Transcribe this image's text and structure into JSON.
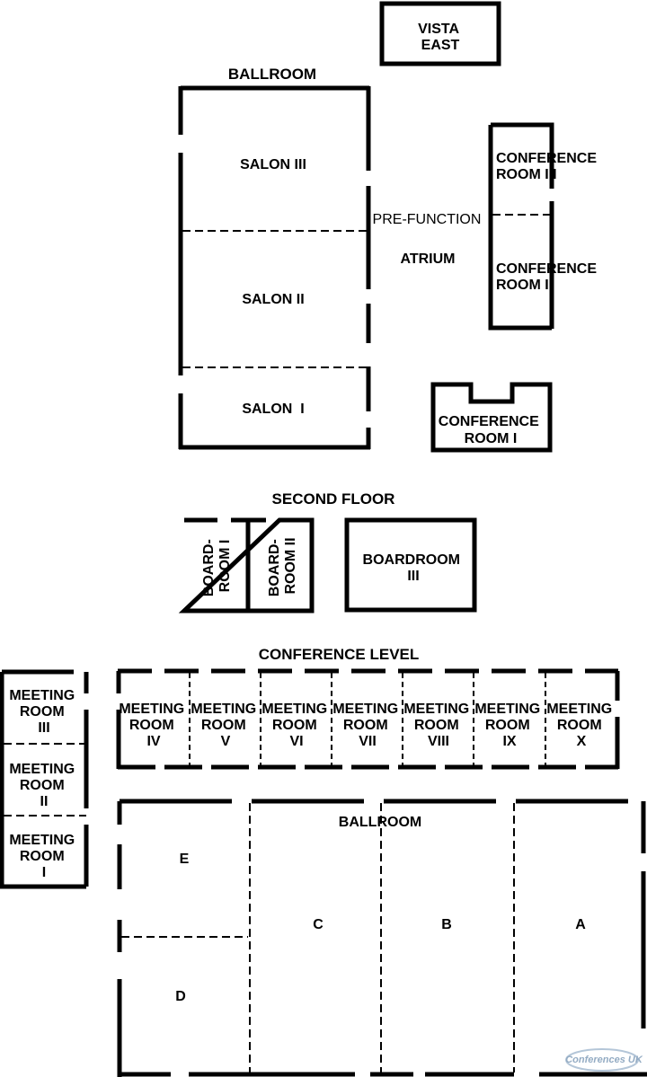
{
  "upper_level": {
    "vista_east": [
      "VISTA",
      "EAST"
    ],
    "ballroom_title": "BALLROOM",
    "salon_3": "SALON III",
    "salon_2": "SALON II",
    "salon_1": "SALON  I",
    "prefunction": "PRE-FUNCTION",
    "atrium": "ATRIUM",
    "conf_room_3": [
      "CONFERENCE",
      "ROOM III"
    ],
    "conf_room_2": [
      "CONFERENCE",
      "ROOM II"
    ],
    "conf_room_1": [
      "CONFERENCE",
      "ROOM I"
    ]
  },
  "second_floor": {
    "title": "SECOND FLOOR",
    "boardroom_1": [
      "BOARD-",
      "ROOM I"
    ],
    "boardroom_2": [
      "BOARD-",
      "ROOM II"
    ],
    "boardroom_3": [
      "BOARDROOM",
      "III"
    ]
  },
  "conference_level": {
    "title": "CONFERENCE LEVEL",
    "meeting_rooms_left": [
      [
        "MEETING",
        "ROOM",
        "III"
      ],
      [
        "MEETING",
        "ROOM",
        "II"
      ],
      [
        "MEETING",
        "ROOM",
        "I"
      ]
    ],
    "meeting_rooms_row": [
      [
        "MEETING",
        "ROOM",
        "IV"
      ],
      [
        "MEETING",
        "ROOM",
        "V"
      ],
      [
        "MEETING",
        "ROOM",
        "VI"
      ],
      [
        "MEETING",
        "ROOM",
        "VII"
      ],
      [
        "MEETING",
        "ROOM",
        "VIII"
      ],
      [
        "MEETING",
        "ROOM",
        "IX"
      ],
      [
        "MEETING",
        "ROOM",
        "X"
      ]
    ],
    "ballroom_title": "BALLROOM",
    "sections": [
      "A",
      "B",
      "C",
      "D",
      "E"
    ]
  },
  "watermark": "Conferences UK"
}
